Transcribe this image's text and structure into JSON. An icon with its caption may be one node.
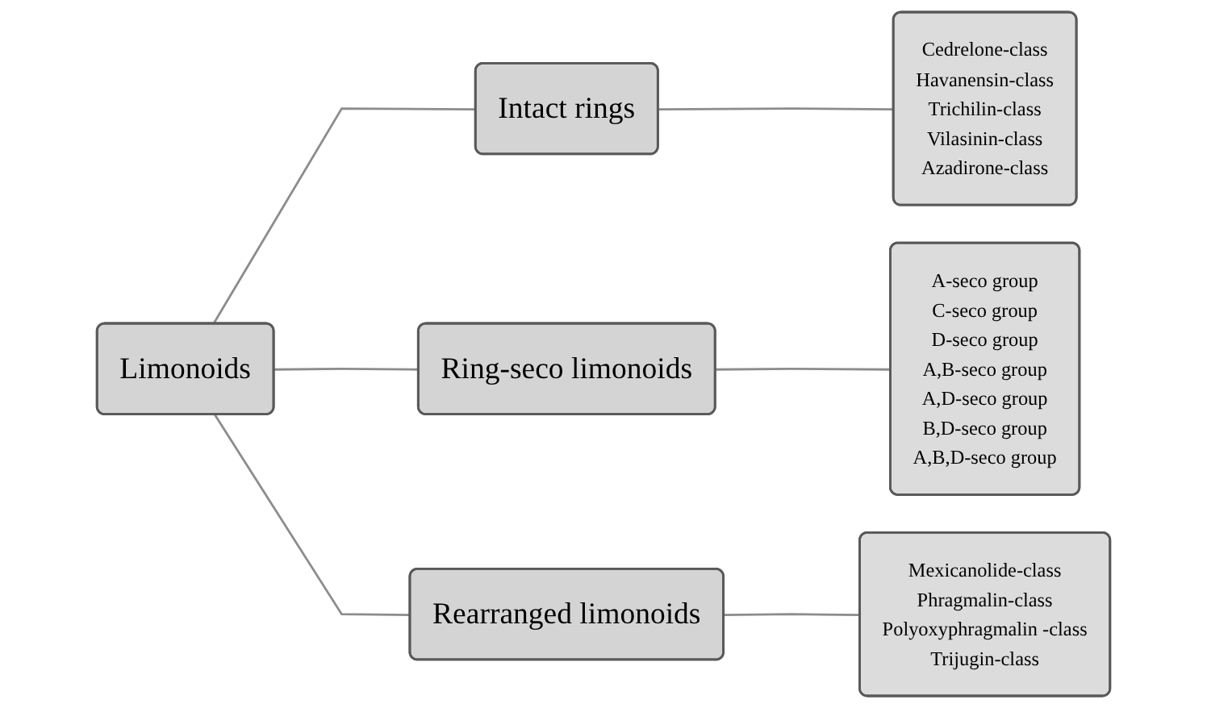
{
  "diagram": {
    "nodes": [
      {
        "text": [
          "Limonoids"
        ]
      },
      {
        "text": [
          "Intact rings"
        ]
      },
      {
        "text": [
          "Ring-seco  limonoids"
        ]
      },
      {
        "text": [
          "Rearranged  limonoids"
        ]
      },
      {
        "text": [
          "Cedrelone-class",
          "Havanensin-class",
          "Trichilin-class",
          "Vilasinin-class",
          "Azadirone-class"
        ]
      },
      {
        "text": [
          "A-seco group",
          "C-seco group",
          "D-seco group",
          "A,B-seco group",
          "A,D-seco group",
          "B,D-seco group",
          "A,B,D-seco group"
        ]
      },
      {
        "text": [
          "Mexicanolide-class",
          "Phragmalin-class",
          "Polyoxyphragmalin -class",
          "Trijugin-class"
        ]
      }
    ],
    "edges": [
      {
        "from": 0,
        "to": 1,
        "arrow": "none"
      },
      {
        "from": 0,
        "to": 2,
        "arrow": "none"
      },
      {
        "from": 0,
        "to": 3,
        "arrow": "none"
      },
      {
        "from": 1,
        "to": 4,
        "arrow": "none"
      },
      {
        "from": 2,
        "to": 5,
        "arrow": "none"
      },
      {
        "from": 3,
        "to": 6,
        "arrow": "none"
      }
    ]
  }
}
